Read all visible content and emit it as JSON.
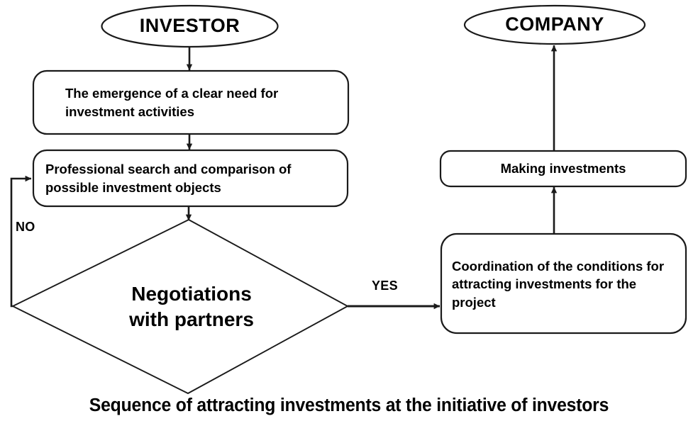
{
  "caption": "Sequence of attracting investments at the initiative of investors",
  "colors": {
    "stroke": "#1a1a1a",
    "fill": "#ffffff",
    "text": "#000000",
    "background": "#ffffff"
  },
  "nodes": {
    "investor": {
      "label": "INVESTOR",
      "shape": "ellipse"
    },
    "company": {
      "label": "COMPANY",
      "shape": "ellipse"
    },
    "need": {
      "label": "The emergence of a clear need for investment activities",
      "shape": "rounded-rectangle"
    },
    "search": {
      "label": "Professional search and comparison of possible investment objects",
      "shape": "rounded-rectangle"
    },
    "negotiations": {
      "label": "Negotiations\nwith   partners",
      "shape": "diamond"
    },
    "coordination": {
      "label": "Coordination of the conditions for attracting investments for the project",
      "shape": "rounded-rectangle"
    },
    "making": {
      "label": "Making investments",
      "shape": "rounded-rectangle"
    }
  },
  "edges": {
    "investor_to_need": {
      "label": "",
      "from": "investor",
      "to": "need"
    },
    "need_to_search": {
      "label": "",
      "from": "need",
      "to": "search"
    },
    "search_to_negotiations": {
      "label": "",
      "from": "search",
      "to": "negotiations"
    },
    "negotiations_no": {
      "label": "NO",
      "from": "negotiations",
      "to": "search"
    },
    "negotiations_yes": {
      "label": "YES",
      "from": "negotiations",
      "to": "coordination"
    },
    "coordination_to_making": {
      "label": "",
      "from": "coordination",
      "to": "making"
    },
    "making_to_company": {
      "label": "",
      "from": "making",
      "to": "company"
    }
  }
}
